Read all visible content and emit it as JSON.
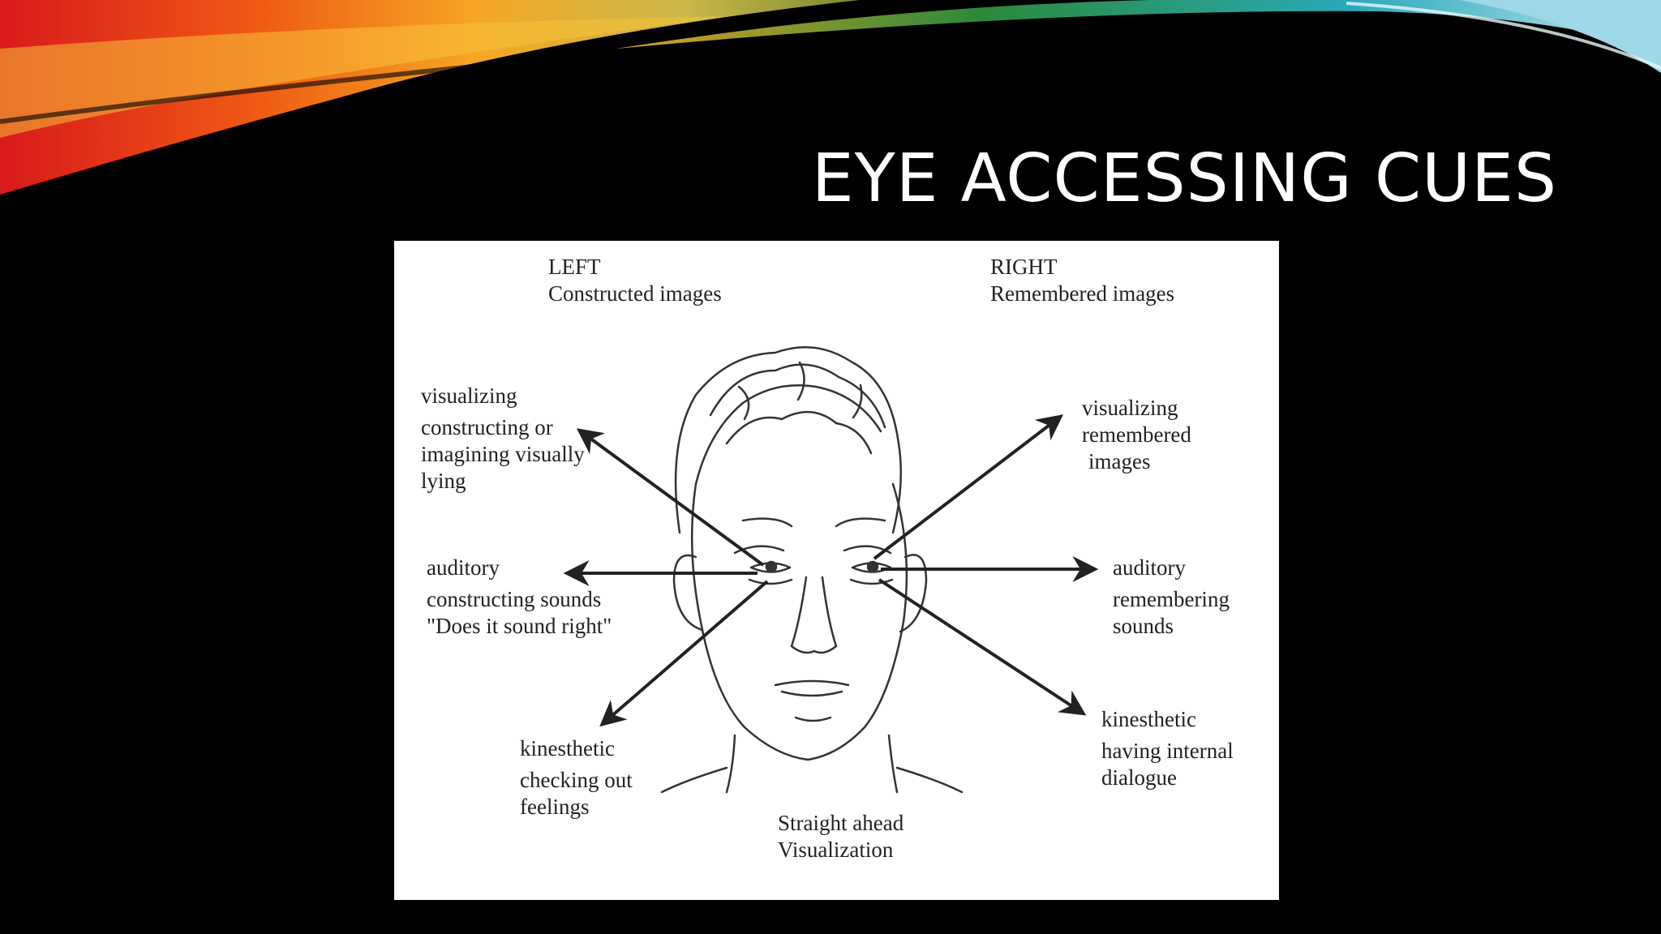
{
  "slide": {
    "title": "EYE ACCESSING CUES"
  },
  "diagram": {
    "left_header": {
      "title": "LEFT",
      "subtitle": "Constructed images"
    },
    "right_header": {
      "title": "RIGHT",
      "subtitle": "Remembered images"
    },
    "left_cues": {
      "visual": {
        "title": "visualizing",
        "lines": [
          "constructing or",
          "imagining visually",
          "lying"
        ]
      },
      "auditory": {
        "title": "auditory",
        "lines": [
          "constructing sounds",
          "\"Does it sound right\""
        ]
      },
      "kinesthetic": {
        "title": "kinesthetic",
        "lines": [
          "checking out",
          "feelings"
        ]
      }
    },
    "right_cues": {
      "visual": {
        "title": "visualizing",
        "lines": [
          "remembered",
          "images"
        ]
      },
      "auditory": {
        "title": "auditory",
        "lines": [
          "remembering",
          "sounds"
        ]
      },
      "kinesthetic": {
        "title": "kinesthetic",
        "lines": [
          "having internal",
          "dialogue"
        ]
      }
    },
    "center": {
      "lines": [
        "Straight ahead",
        "Visualization"
      ]
    }
  },
  "colors": {
    "background": "#000000",
    "panel": "#ffffff",
    "ink": "#222222",
    "title": "#ffffff"
  }
}
